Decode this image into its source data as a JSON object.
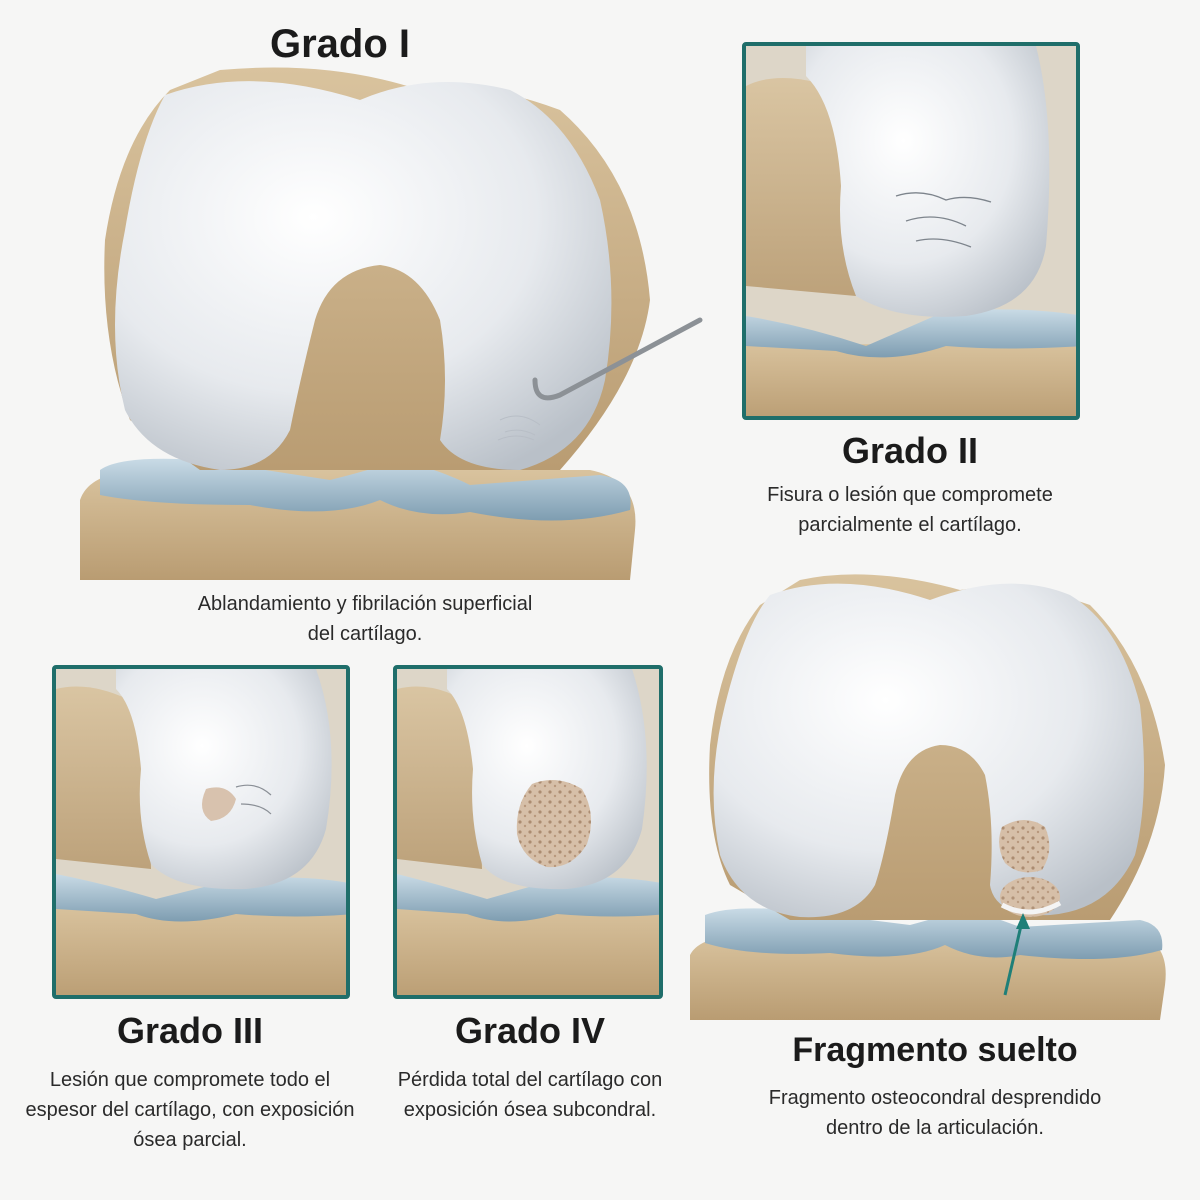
{
  "grade1": {
    "title": "Grado I",
    "desc": [
      "Ablandamiento y fibrilación superficial",
      "del cartílago."
    ]
  },
  "grade2": {
    "title": "Grado II",
    "desc": [
      "Fisura o lesión que compromete",
      "parcialmente el cartílago."
    ]
  },
  "grade3": {
    "title": "Grado III",
    "desc": [
      "Lesión que compromete todo el",
      "espesor del cartílago, con exposición",
      "ósea parcial."
    ]
  },
  "grade4": {
    "title": "Grado IV",
    "desc": [
      "Pérdida total del cartílago con",
      "exposición ósea subcondral."
    ]
  },
  "fragment": {
    "title": "Fragmento suelto",
    "desc": [
      "Fragmento osteocondral desprendido",
      "dentro de la articulación."
    ]
  },
  "colors": {
    "frame": "#1f6e6a",
    "cartilage": "#e8ebef",
    "bone": "#cdb48e",
    "meniscus": "#9bb6c7",
    "arrow": "#1f7f78"
  }
}
